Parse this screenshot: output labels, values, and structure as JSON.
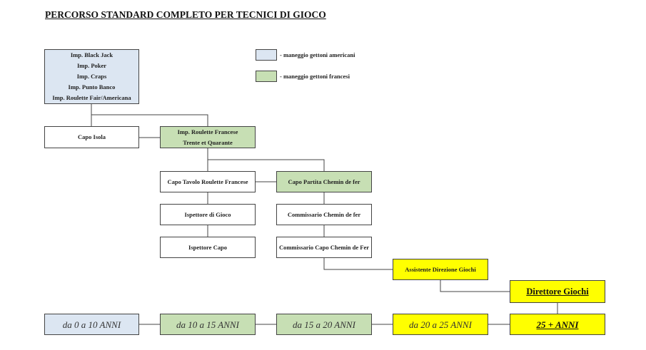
{
  "title": "PERCORSO STANDARD COMPLETO PER TECNICI DI GIOCO",
  "legend": [
    {
      "label": "- maneggio gettoni americani",
      "color": "#dce6f2"
    },
    {
      "label": "- maneggio gettoni francesi",
      "color": "#c7dfb4"
    }
  ],
  "boxes": {
    "impiegato_americano": [
      "Imp. Black Jack",
      "Imp. Poker",
      "Imp. Craps",
      "Imp. Punto Banco",
      "Imp. Roulette Fair/Americana"
    ],
    "capo_isola": "Capo Isola",
    "impiegato_francese": [
      "Imp. Roulette Francese",
      "Trente et Quarante"
    ],
    "capo_tavolo": "Capo Tavolo Roulette Francese",
    "capo_partita": "Capo Partita Chemin de fer",
    "ispettore_gioco": "Ispettore di Gioco",
    "commissario": "Commissario Chemin de fer",
    "ispettore_capo": "Ispettore Capo",
    "commissario_capo": "Commissario Capo Chemin de Fer",
    "assistente": "Assistente Direzione Giochi",
    "direttore": "Direttore Giochi"
  },
  "ages": [
    "da 0 a 10 ANNI",
    "da 10 a 15 ANNI",
    "da 15 a 20 ANNI",
    "da 20 a 25 ANNI",
    "25 + ANNI"
  ]
}
